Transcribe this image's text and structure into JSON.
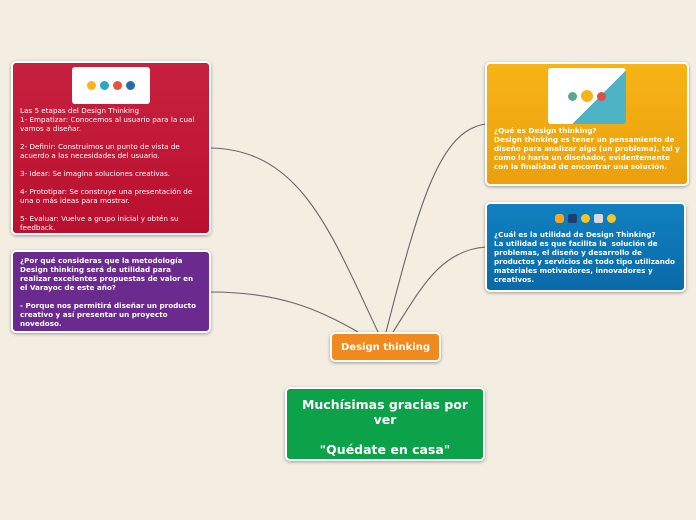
{
  "center": {
    "label": "Design thinking"
  },
  "red": {
    "image": "design-thinking-steps-illustration",
    "text": "Las 5 etapas del Design Thinking\n1- Empatizar: Conocemos al usuario para la cual vamos a diseñar.\n\n2- Definir: Construimos un punto de vista de acuerdo a las necesidades del usuario.\n\n3- Idear: Se imagina soluciones creativas.\n\n4- Prototipar: Se construye una presentación de una o más ideas para mostrar.\n\n5- Evaluar: Vuelve a grupo inicial y obtén su feedback."
  },
  "purple": {
    "text": "¿Por qué consideras que la metodología Design thinking será de utilidad para realizar excelentes propuestas de valor en el Varayoc de este año?\n\n- Porque nos permitirá diseñar un producto creativo y así presentar un proyecto novedoso."
  },
  "orange": {
    "image": "lightbulb-process-illustration",
    "text": "¿Qué es Design thinking?\nDesign thinking es tener un pensamiento de diseño para analizar algo (un problema), tal y como lo haría un diseñador, evidentemente con la finalidad de encontrar una solución."
  },
  "blue": {
    "image": "five-stages-icons",
    "text": "¿Cuál es la utilidad de Design Thinking?\nLa utilidad es que facilita la  solución de problemas, el diseño y desarrollo de productos y servicios de todo tipo utilizando materiales motivadores, innovadores y creativos."
  },
  "green": {
    "text": "Muchísimas gracias por ver\n\n\"Quédate en casa\""
  },
  "colors": {
    "red": "#c01a38",
    "purple": "#6a2a8e",
    "orange": "#f2a812",
    "blue": "#0c74b4",
    "center": "#f08a1e",
    "green": "#0ba24a"
  }
}
